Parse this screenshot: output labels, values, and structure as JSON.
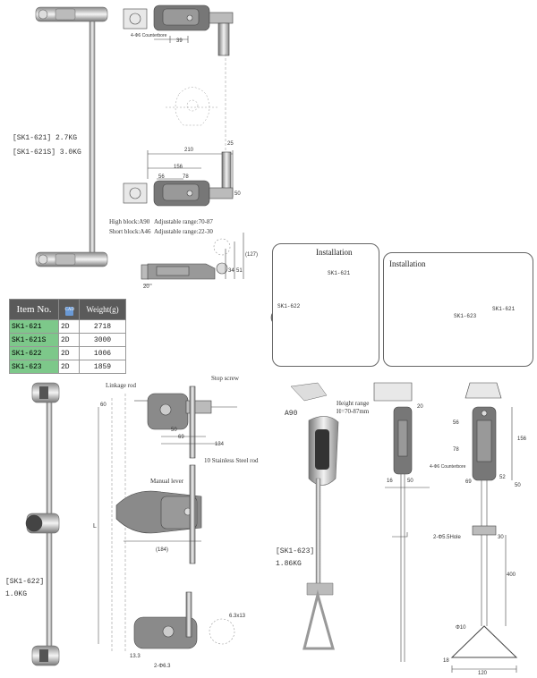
{
  "weights": {
    "sk1_621": "[SK1-621] 2.7KG",
    "sk1_621s": "[SK1-621S] 3.0KG",
    "sk1_622": "[SK1-622]",
    "sk1_622_kg": "1.0KG",
    "sk1_623": "[SK1-623]",
    "sk1_623_kg": "1.86KG"
  },
  "table": {
    "headers": {
      "item": "Item No.",
      "cad": "CAD",
      "weight": "Weight(g)"
    },
    "rows": [
      {
        "code": "SK1-621",
        "cad": "2D",
        "weight": "2718"
      },
      {
        "code": "SK1-621S",
        "cad": "2D",
        "weight": "3000"
      },
      {
        "code": "SK1-622",
        "cad": "2D",
        "weight": "1006"
      },
      {
        "code": "SK1-623",
        "cad": "2D",
        "weight": "1859"
      }
    ]
  },
  "installation": {
    "title_left": "Installation",
    "title_right": "Installation",
    "left_labels": {
      "a": "SK1-621",
      "b": "SK1-622"
    },
    "right_labels": {
      "a": "SK1-621",
      "b": "SK1-623"
    }
  },
  "drawing_621": {
    "counterbore": "4-Φ6 Counterbore",
    "d39": "39",
    "d25": "25",
    "d210": "210",
    "d156": "156",
    "d56": "56",
    "d78": "78",
    "d50": "50",
    "high_block": "High block:A90",
    "adj_high": "Adjustable range:70-87",
    "short_block": "Short block:A46",
    "adj_short": "Adjustable range:22-30",
    "d20": "20",
    "d34": "34",
    "d51": "51",
    "d127": "(127)"
  },
  "drawing_622": {
    "linkage_rod": "Linkage rod",
    "stop_screw": "Stop screw",
    "d60": "60",
    "d50": "50",
    "d69": "69",
    "d134": "134",
    "stainless": "10 Stainless Steel rod",
    "manual_lever": "Manual lever",
    "L": "L",
    "d184": "(184)",
    "d63x13": "6.3x13",
    "d133": "13.3",
    "d2x63": "2-Φ6.3"
  },
  "drawing_623": {
    "a90": "A90",
    "height_range": "Height range",
    "h_value": "H=70-87mm",
    "d20": "20",
    "d16": "16",
    "d50": "50",
    "d56": "56",
    "d78": "78",
    "d156": "156",
    "counterbore": "4-Φ6 Counterbore",
    "d69": "69",
    "d52": "52",
    "d50b": "50",
    "d30": "30",
    "holes": "2-Φ5.5Hole",
    "d400": "400",
    "d10": "Φ10",
    "d18": "18",
    "d120": "120"
  }
}
